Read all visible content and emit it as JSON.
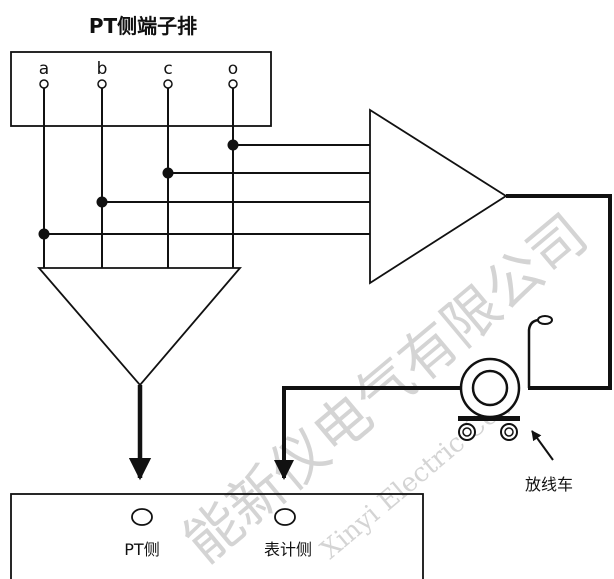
{
  "title": "PT侧端子排",
  "terminals": [
    "a",
    "b",
    "c",
    "o"
  ],
  "bottom_labels": {
    "pt_side": "PT侧",
    "meter_side": "表计侧"
  },
  "reel_label": "放线车",
  "watermark": {
    "cn": "能新仪电气有限公司",
    "en": "Xinyi Electric Co.,"
  },
  "colors": {
    "line": "#111111",
    "background": "#ffffff",
    "watermark": "#d4d4d4"
  }
}
